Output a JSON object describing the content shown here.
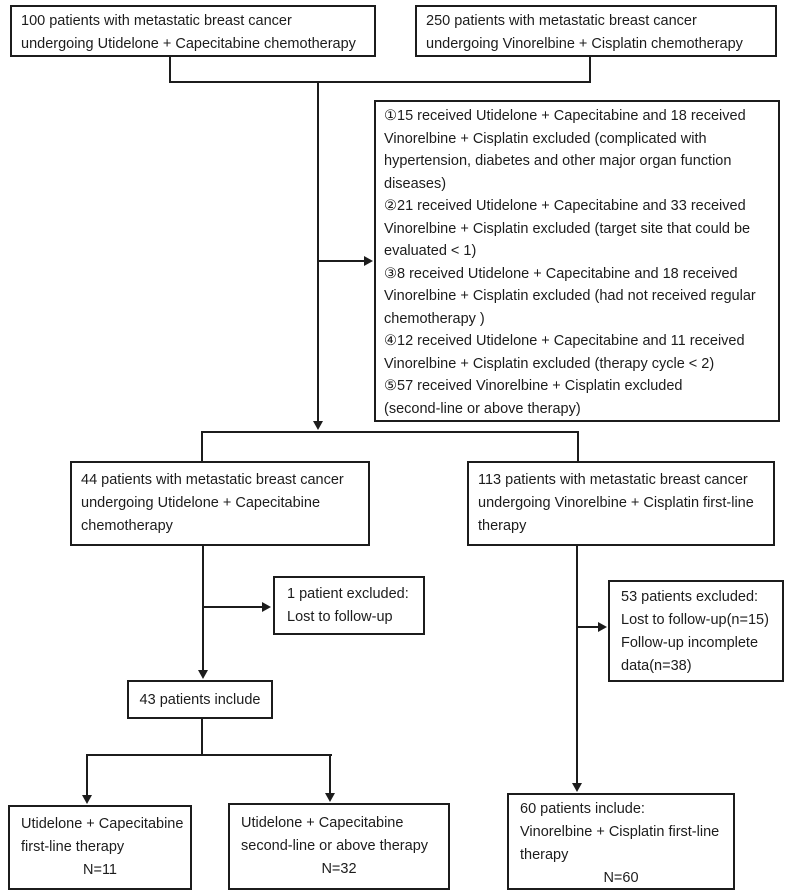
{
  "diagram": {
    "type": "patient-flow-chart",
    "ink_color": "#1c1c1c",
    "background_color": "#ffffff"
  },
  "boxes": {
    "uc_enrolled": "100 patients with metastatic breast cancer\nundergoing Utidelone + Capecitabine chemotherapy",
    "vc_enrolled": "250 patients with metastatic breast cancer\nundergoing Vinorelbine + Cisplatin chemotherapy",
    "exclusion_criteria": "①15 received Utidelone + Capecitabine and 18 received\nVinorelbine + Cisplatin excluded (complicated with\nhypertension, diabetes and other major organ function\ndiseases)\n②21 received Utidelone + Capecitabine and 33 received\nVinorelbine + Cisplatin excluded (target site that could be\nevaluated < 1)\n③8 received Utidelone + Capecitabine and 18 received\nVinorelbine + Cisplatin excluded (had not received regular\nchemotherapy )\n④12 received Utidelone + Capecitabine and 11 received\nVinorelbine + Cisplatin excluded (therapy cycle < 2)\n⑤57 received Vinorelbine + Cisplatin excluded\n(second-line or above therapy)",
    "uc_cohort": "44 patients with metastatic breast cancer\nundergoing Utidelone + Capecitabine\nchemotherapy",
    "vc_cohort": "113 patients with metastatic breast cancer\nundergoing Vinorelbine + Cisplatin first-line\ntherapy",
    "uc_excluded": "1 patient excluded:\nLost to follow-up",
    "vc_excluded": "53 patients excluded:\nLost to follow-up(n=15)\nFollow-up incomplete\ndata(n=38)",
    "uc_included": "43 patients include",
    "uc_first_line": {
      "text": "Utidelone + Capecitabine\nfirst-line therapy",
      "n": "N=11"
    },
    "uc_second_line": {
      "text": "Utidelone + Capecitabine\nsecond-line or above therapy",
      "n": "N=32"
    },
    "vc_included": {
      "text": "60 patients include:\nVinorelbine + Cisplatin first-line\ntherapy",
      "n": "N=60"
    }
  }
}
